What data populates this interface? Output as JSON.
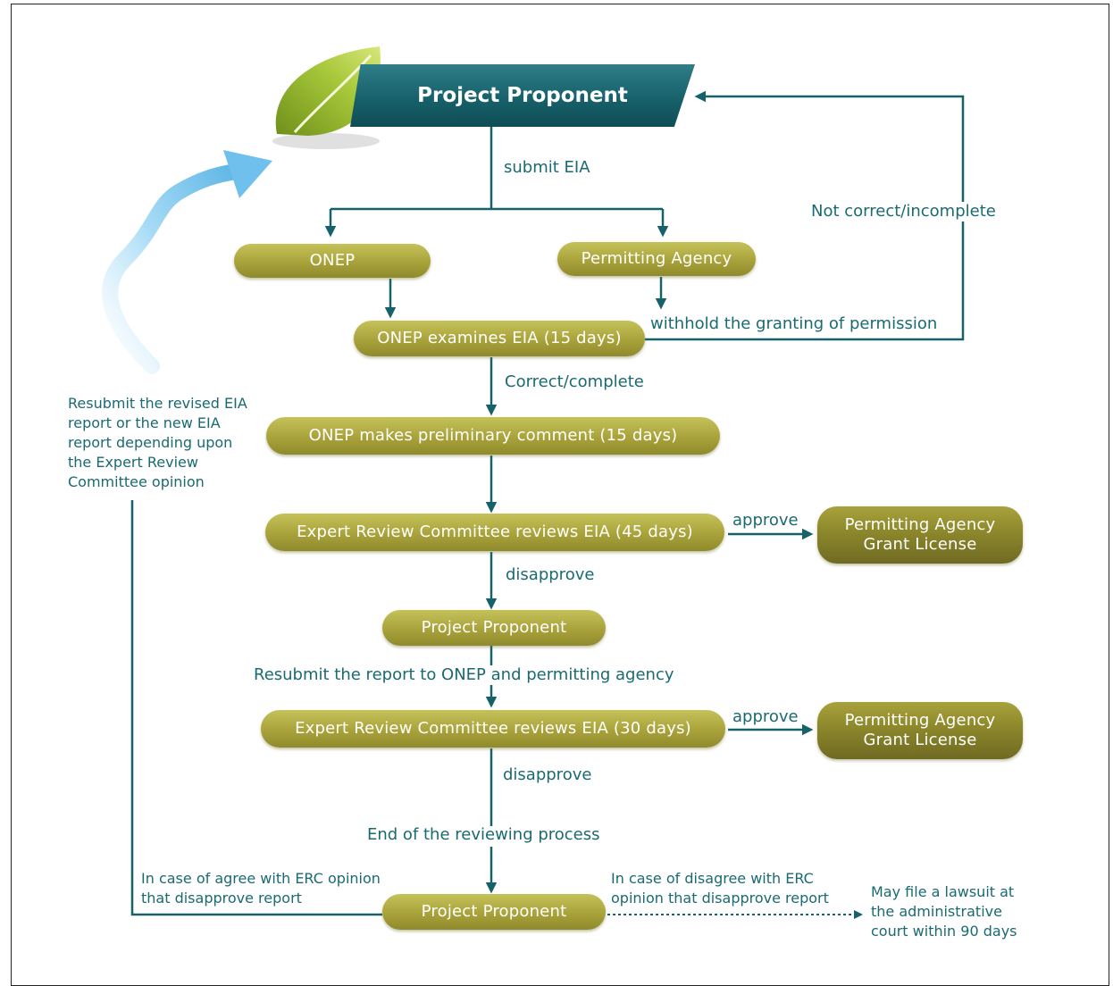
{
  "header": {
    "title": "Project Proponent",
    "icon": "leaf-icon"
  },
  "nodes": {
    "onep": "ONEP",
    "permitting_agency": "Permitting Agency",
    "onep_examines": "ONEP examines EIA (15 days)",
    "onep_preliminary": "ONEP makes preliminary comment (15 days)",
    "erc_review_45": "Expert Review Committee reviews EIA (45 days)",
    "grant_license_1": [
      "Permitting Agency",
      "Grant License"
    ],
    "project_proponent_2": "Project Proponent",
    "erc_review_30": "Expert Review Committee reviews EIA (30 days)",
    "grant_license_2": [
      "Permitting Agency",
      "Grant License"
    ],
    "project_proponent_3": "Project Proponent"
  },
  "labels": {
    "submit_eia": "submit EIA",
    "not_correct": "Not correct/incomplete",
    "withhold": "withhold the granting of permission",
    "correct_complete": "Correct/complete",
    "approve_1": "approve",
    "disapprove_1": "disapprove",
    "resubmit_report": "Resubmit the report to ONEP and permitting agency",
    "approve_2": "approve",
    "disapprove_2": "disapprove",
    "end_of_review": "End of the reviewing process",
    "resubmit_revised": "Resubmit the revised EIA report or the new EIA report depending upon the Expert Review Committee opinion",
    "agree_case": "In case of agree with ERC opinion that disapprove report",
    "disagree_case": "In case of disagree with ERC opinion that disapprove report",
    "lawsuit": "May file a lawsuit at the administrative court within 90 days"
  },
  "colors": {
    "line": "#17616b",
    "text": "#1a6a72",
    "node_light": "#c5c25a",
    "node_dark": "#8f8a2c",
    "banner": "#17616b",
    "leaf": "#9cbf2a",
    "swirl_arrow": "#8fd0f2"
  }
}
